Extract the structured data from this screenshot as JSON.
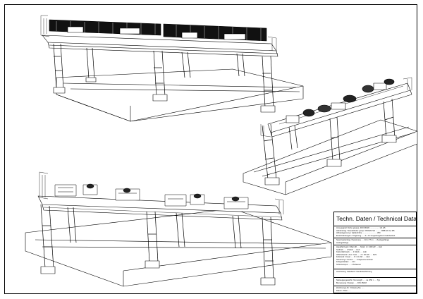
{
  "title_block": {
    "title": "Techn. Daten / Technical Data",
    "rows": [
      "Ansugsgrad: Drehe gruppe, DIN 15018 .................. 1,6 H5",
      "Hebebetrag / Steelarbeiter group: DIN/EN ISO .......... RB8 Hb 3,3 M5",
      "Abbaulegemung / Haldenhöhe ........................... 350",
      "Einschränkungen / Trägerung ..... 3 × 11 Umgebungszeit / Fahrbetrieb",
      "Spannweitentrag / Spannung ..... 40 m  75 m ... / Auslegerlänge",
      "Auslegerlänge",
      "Hauptfahrwerk / Main lift ..... Motor 2 × 400 kW  ....  Hub",
      "Seiltrieb ..... 2 Stück  ....  Hub",
      "Katzenfahrwerk ..... 4 Stück  .....  Hub",
      "Hilfshubwerk / Aux. hoist ..... 2 × 30 kW  ..... Fahr",
      "Fahrwerk / travel ..... 8 × 11 kW  ..... Hub",
      "Steuerung / Control ...... Frequenzumrichter",
      "Fahrgerätelast ..... 20 t",
      "Schienenspur ..... 4 Schienen",
      "Ausrüstung: Standard / Sonderausführung",
      "Nettoeigengewicht / Net weight ..... ca. 950 t  ..... Typ",
      "Bemessung / Design ..... DIN 15018",
      "Zeichnungs-Nr. / Drawing No. .....",
      "Datum / Date ....."
    ]
  }
}
